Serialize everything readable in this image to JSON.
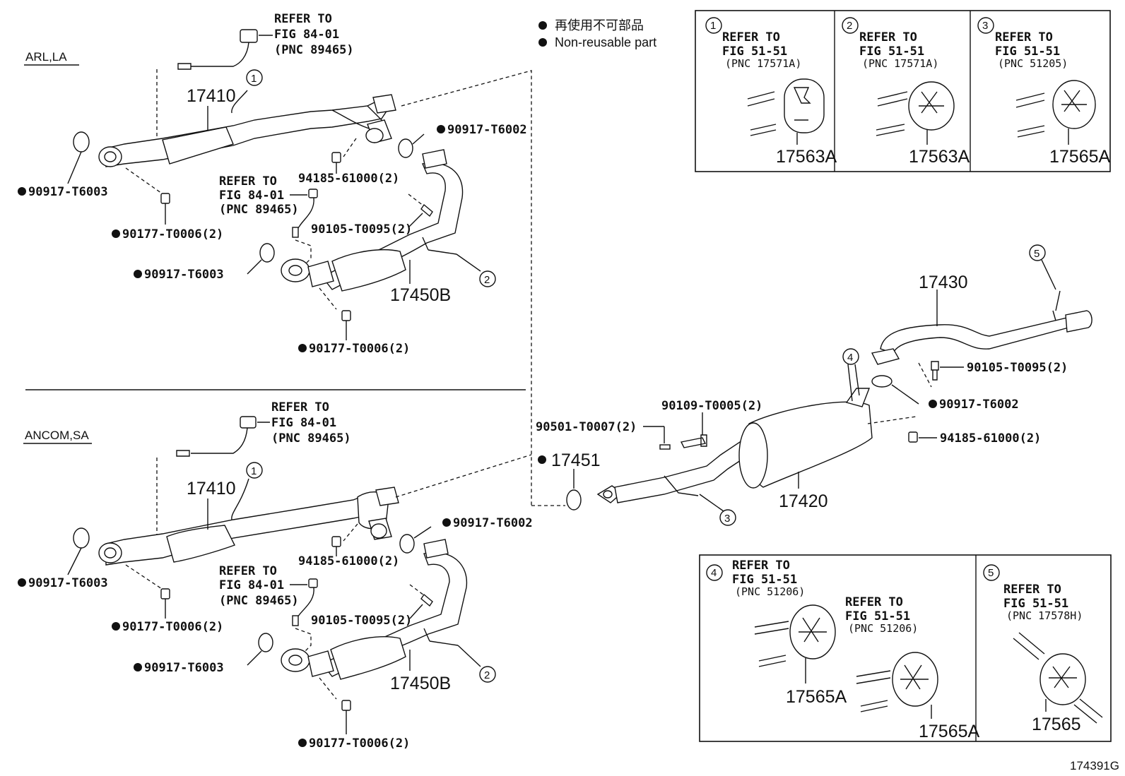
{
  "legend": {
    "line_jp": "再使用不可部品",
    "line_en": "Non-reusable part"
  },
  "sections": {
    "top": "ARL,LA",
    "bottom": "ANCOM,SA"
  },
  "figure_id": "174391G",
  "callouts": [
    "1",
    "2",
    "3",
    "4",
    "5"
  ],
  "refer": {
    "sensor": [
      "REFER TO",
      "FIG 84-01",
      "(PNC 89465)"
    ]
  },
  "labels": {
    "p17410": "17410",
    "p17450B": "17450B",
    "p17430": "17430",
    "p17420": "17420",
    "p17451": "17451",
    "g90917_T6002": "90917-T6002",
    "g90917_T6003": "90917-T6003",
    "n90177_T0006": "90177-T0006(2)",
    "n94185_61000": "94185-61000(2)",
    "b90105_T0095": "90105-T0095(2)",
    "b90109_T0005": "90109-T0005(2)",
    "s90501_T0007": "90501-T0007(2)"
  },
  "insets": [
    {
      "num": "1",
      "line1": "REFER TO",
      "line2": "FIG 51-51",
      "line3": "(PNC 17571A)",
      "part": "17563A"
    },
    {
      "num": "2",
      "line1": "REFER TO",
      "line2": "FIG 51-51",
      "line3": "(PNC 17571A)",
      "part": "17563A"
    },
    {
      "num": "3",
      "line1": "REFER TO",
      "line2": "FIG 51-51",
      "line3": "(PNC 51205)",
      "part": "17565A"
    },
    {
      "num": "4",
      "line1": "REFER TO",
      "line2": "FIG 51-51",
      "line3": "(PNC 51206)",
      "part": "17565A",
      "line1b": "REFER TO",
      "line2b": "FIG 51-51",
      "line3b": "(PNC 51206)",
      "partb": "17565A"
    },
    {
      "num": "5",
      "line1": "REFER TO",
      "line2": "FIG 51-51",
      "line3": "(PNC 17578H)",
      "part": "17565"
    }
  ]
}
